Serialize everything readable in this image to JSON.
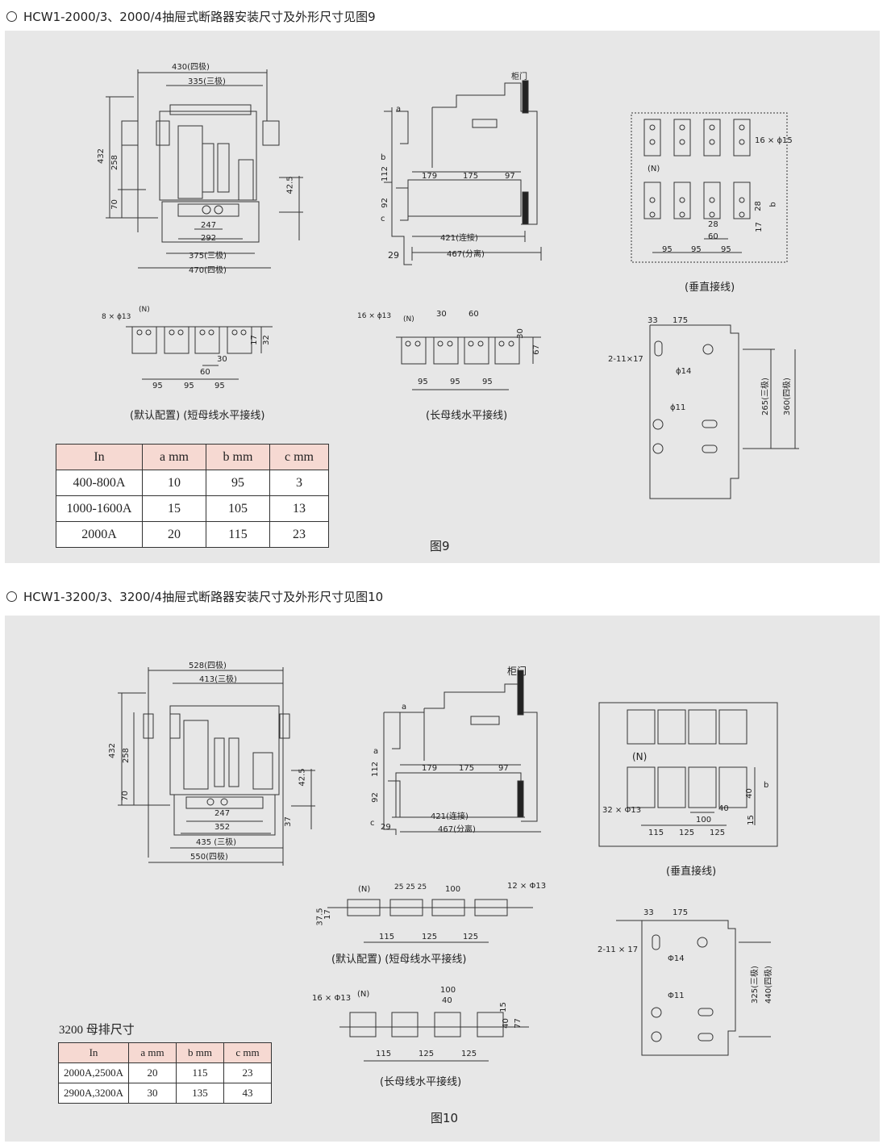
{
  "section9": {
    "heading": "HCW1-2000/3、2000/4抽屉式断路器安装尺寸及外形尺寸见图9",
    "front_dims": {
      "d430": "430(四极)",
      "d335": "335(三极)",
      "d432": "432",
      "d258": "258",
      "d70": "70",
      "d42_5": "42.5",
      "d247": "247",
      "d292": "292",
      "d375": "375(三极)",
      "d470": "470(四极)"
    },
    "side_dims": {
      "door": "柜门",
      "a": "a",
      "b": "b",
      "c": "c",
      "d112": "112",
      "d92": "92",
      "d179": "179",
      "d175": "175",
      "d97": "97",
      "d421": "421(连接)",
      "d467": "467(分离)",
      "d29": "29"
    },
    "vertical_dims": {
      "holes": "16 × ϕ15",
      "n": "(N)",
      "d28a": "28",
      "d28b": "28",
      "d60": "60",
      "d17": "17",
      "b": "b",
      "d95a": "95",
      "d95b": "95",
      "d95c": "95"
    },
    "short_bus_dims": {
      "holes": "8 × ϕ13",
      "n": "(N)",
      "d17": "17",
      "d32": "32",
      "d30": "30",
      "d60": "60",
      "d95a": "95",
      "d95b": "95",
      "d95c": "95"
    },
    "long_bus_dims": {
      "holes": "16 × ϕ13",
      "n": "(N)",
      "d30": "30",
      "d60": "60",
      "d30v": "30",
      "d67": "67",
      "d95a": "95",
      "d95b": "95",
      "d95c": "95"
    },
    "mount_dims": {
      "d33": "33",
      "d175": "175",
      "slot": "2-11×17",
      "phi14": "ϕ14",
      "phi11": "ϕ11",
      "d265": "265(三极)",
      "d360": "360(四极)"
    },
    "captions": {
      "vertical": "(垂直接线)",
      "short_bus": "(默认配置) (短母线水平接线)",
      "long_bus": "(长母线水平接线)"
    },
    "table": {
      "headers": [
        "In",
        "a  mm",
        "b  mm",
        "c  mm"
      ],
      "rows": [
        [
          "400-800A",
          "10",
          "95",
          "3"
        ],
        [
          "1000-1600A",
          "15",
          "105",
          "13"
        ],
        [
          "2000A",
          "20",
          "115",
          "23"
        ]
      ]
    },
    "figure_label": "图9"
  },
  "section10": {
    "heading": "HCW1-3200/3、3200/4抽屉式断路器安装尺寸及外形尺寸见图10",
    "front_dims": {
      "d528": "528(四极)",
      "d413": "413(三极)",
      "d432": "432",
      "d258": "258",
      "d70": "70",
      "d42_5": "42.5",
      "d37": "37",
      "d247": "247",
      "d352": "352",
      "d435": "435 (三极)",
      "d550": "550(四极)"
    },
    "side_dims": {
      "door": "柜门",
      "a": "a",
      "a2": "a",
      "c": "c",
      "d112": "112",
      "d92": "92",
      "d179": "179",
      "d175": "175",
      "d97": "97",
      "d421": "421(连接)",
      "d467": "467(分离)",
      "d29": "29"
    },
    "vertical_dims": {
      "n": "(N)",
      "holes": "32 × Φ13",
      "d40": "40",
      "d40v": "40",
      "b": "b",
      "d100": "100",
      "d15": "15",
      "d115": "115",
      "d125a": "125",
      "d125b": "125"
    },
    "short_bus_dims": {
      "n": "(N)",
      "d25": "25 25 25",
      "d100": "100",
      "holes": "12 × Φ13",
      "d37_5": "37.5",
      "d17": "17",
      "d115": "115",
      "d125a": "125",
      "d125b": "125"
    },
    "long_bus_dims": {
      "holes": "16 × Φ13",
      "n": "(N)",
      "d100": "100",
      "d40": "40",
      "d15": "15",
      "d40v": "40",
      "d77": "77",
      "d115": "115",
      "d125a": "125",
      "d125b": "125"
    },
    "mount_dims": {
      "d33": "33",
      "d175": "175",
      "slot": "2-11 × 17",
      "phi14": "Φ14",
      "phi11": "Φ11",
      "d325": "325(三极)",
      "d440": "440(四极)"
    },
    "captions": {
      "vertical": "(垂直接线)",
      "short_bus": "(默认配置) (短母线水平接线)",
      "long_bus": "(长母线水平接线)"
    },
    "table_title": "3200 母排尺寸",
    "table": {
      "headers": [
        "In",
        "a  mm",
        "b  mm",
        "c  mm"
      ],
      "rows": [
        [
          "2000A,2500A",
          "20",
          "115",
          "23"
        ],
        [
          "2900A,3200A",
          "30",
          "135",
          "43"
        ]
      ]
    },
    "figure_label": "图10"
  }
}
